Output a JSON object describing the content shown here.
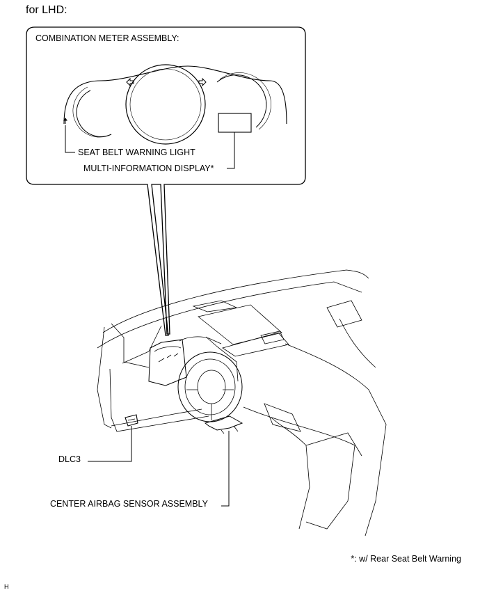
{
  "heading": "for LHD:",
  "inset": {
    "title": "COMBINATION METER ASSEMBLY:",
    "callouts": {
      "seat_belt_warning_light": "SEAT BELT WARNING LIGHT",
      "multi_information_display": "MULTI-INFORMATION DISPLAY*"
    }
  },
  "callouts": {
    "dlc3": "DLC3",
    "center_airbag_sensor": "CENTER AIRBAG SENSOR ASSEMBLY"
  },
  "footnote": "*: w/ Rear Seat Belt Warning",
  "corner_mark": "H"
}
